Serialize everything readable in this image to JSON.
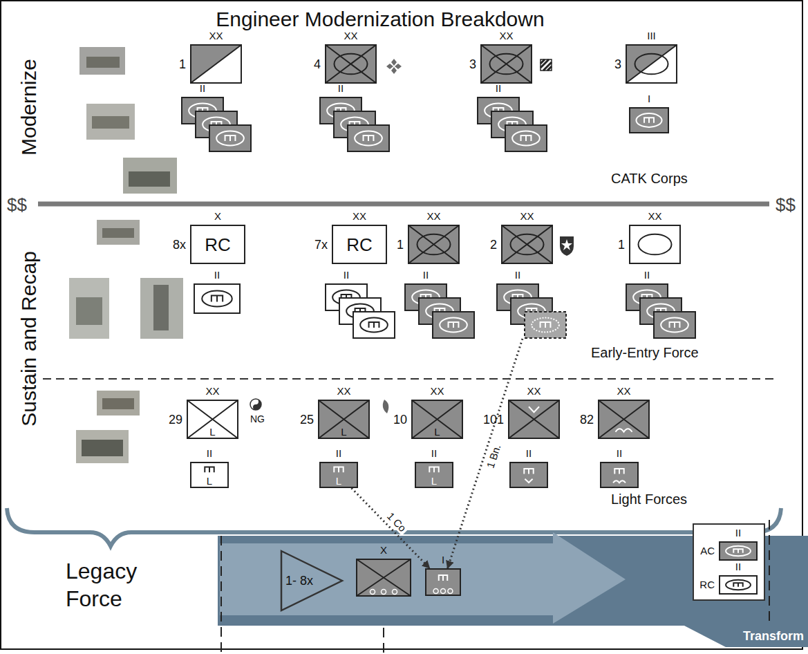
{
  "diagram": {
    "title": "Engineer Modernization Breakdown",
    "nodes": [
      {
        "text": [
          "XX",
          "1"
        ]
      },
      {
        "text": [
          "II"
        ]
      },
      {
        "text": [
          "XX",
          "4"
        ]
      },
      {
        "text": [
          "II"
        ]
      },
      {
        "text": [
          "XX",
          "3"
        ]
      },
      {
        "text": [
          "II"
        ]
      },
      {
        "text": [
          "III",
          "3"
        ]
      },
      {
        "text": [
          "I"
        ]
      },
      {
        "text": [
          "X",
          "8x",
          "RC"
        ]
      },
      {
        "text": [
          "II"
        ]
      },
      {
        "text": [
          "XX",
          "7x",
          "RC"
        ]
      },
      {
        "text": [
          "II"
        ]
      },
      {
        "text": [
          "XX",
          "1"
        ]
      },
      {
        "text": [
          "II"
        ]
      },
      {
        "text": [
          "XX",
          "2"
        ]
      },
      {
        "text": [
          "II"
        ]
      },
      {
        "text": [
          "XX",
          "1"
        ]
      },
      {
        "text": [
          "II"
        ]
      },
      {
        "text": [
          "XX",
          "29",
          "L"
        ]
      },
      {
        "text": [
          "II",
          "L"
        ]
      },
      {
        "text": [
          "XX",
          "25",
          "L"
        ]
      },
      {
        "text": [
          "II",
          "L"
        ]
      },
      {
        "text": [
          "XX",
          "10",
          "L"
        ]
      },
      {
        "text": [
          "II",
          "L"
        ]
      },
      {
        "text": [
          "XX",
          "101"
        ]
      },
      {
        "text": [
          "II"
        ]
      },
      {
        "text": [
          "XX",
          "82"
        ]
      },
      {
        "text": [
          "II"
        ]
      },
      {
        "text": [
          "1- 8x"
        ]
      },
      {
        "text": [
          "X"
        ]
      },
      {
        "text": [
          "I"
        ]
      },
      {
        "text": [
          "II",
          "AC"
        ]
      },
      {
        "text": [
          "II",
          "RC"
        ]
      }
    ],
    "edges": [
      {
        "from": 21,
        "to": 30,
        "arrow": "to",
        "label": "1 Co"
      },
      {
        "from": 15,
        "to": 30,
        "arrow": "to",
        "label": "1 Bn."
      }
    ],
    "labels": [
      "Modernize",
      "$$",
      "$$",
      "CATK Corps",
      "Sustain and Recap",
      "Early-Entry Force",
      "NG",
      "Light Forces",
      "Legacy Force",
      "Transform"
    ]
  }
}
